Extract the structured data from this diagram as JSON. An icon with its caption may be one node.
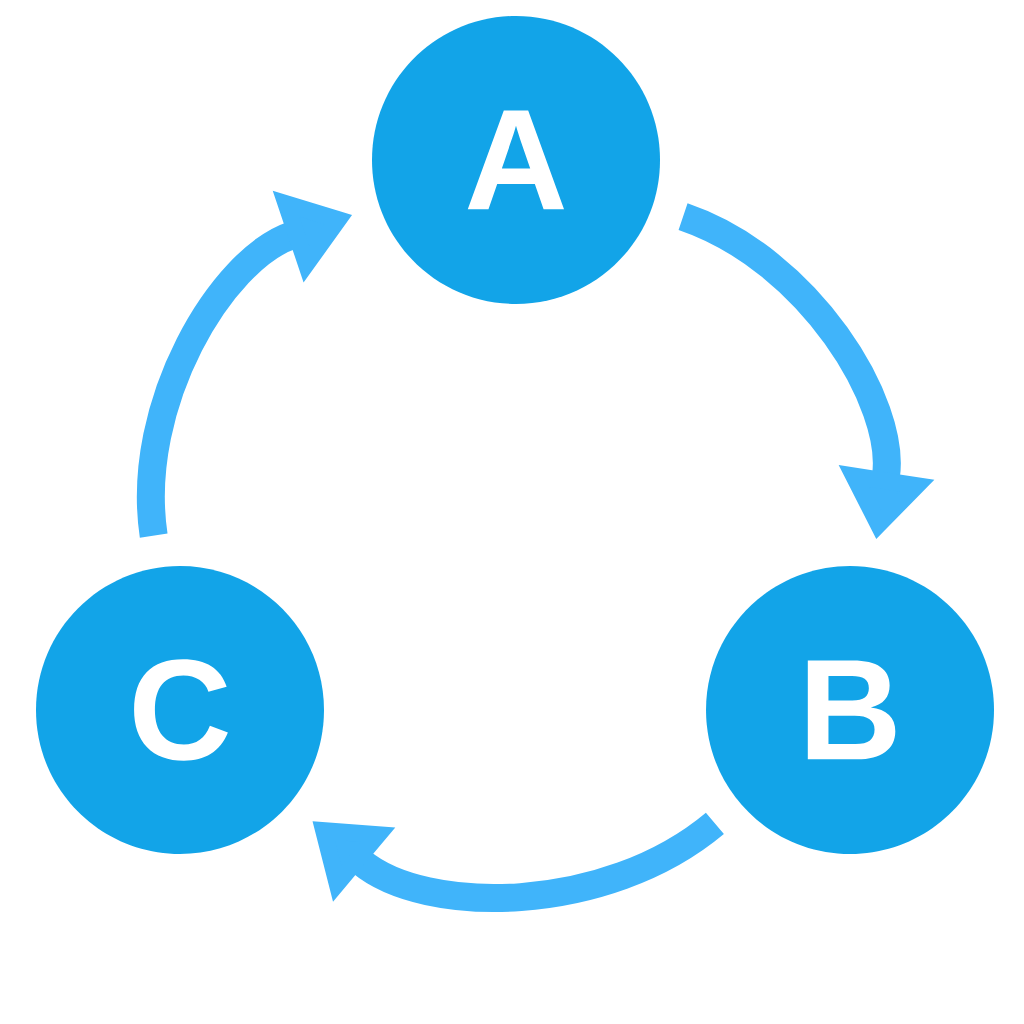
{
  "diagram": {
    "nodes": [
      {
        "text": [
          "A"
        ]
      },
      {
        "text": [
          "B"
        ]
      },
      {
        "text": [
          "C"
        ]
      }
    ],
    "edges": [
      {
        "from": 0,
        "to": 1,
        "arrow": "to"
      },
      {
        "from": 1,
        "to": 2,
        "arrow": "to"
      },
      {
        "from": 2,
        "to": 0,
        "arrow": "to"
      }
    ]
  }
}
